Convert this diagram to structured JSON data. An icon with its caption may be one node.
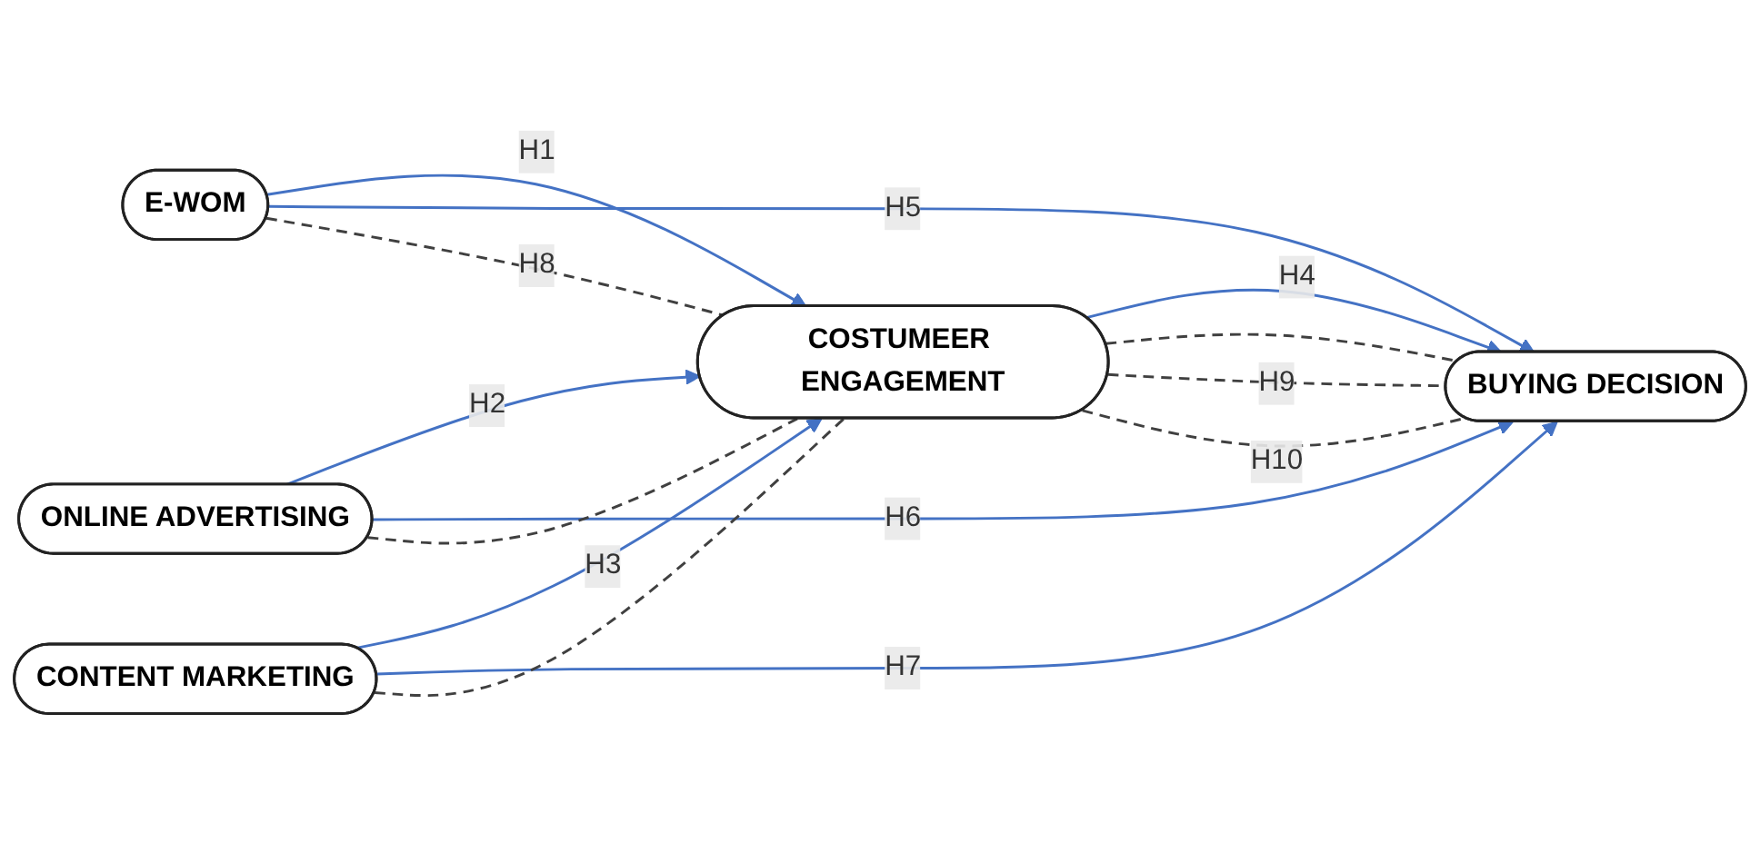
{
  "diagram": {
    "nodes": [
      {
        "text": [
          "E-WOM"
        ]
      },
      {
        "text": [
          "ONLINE ADVERTISING"
        ]
      },
      {
        "text": [
          "CONTENT MARKETING"
        ]
      },
      {
        "text": [
          "COSTUMEER ENGAGEMENT"
        ]
      },
      {
        "text": [
          "BUYING DECISION"
        ]
      }
    ],
    "edges": [
      {
        "from": 0,
        "to": 3,
        "arrow": "to",
        "label": "H1"
      },
      {
        "from": 1,
        "to": 3,
        "arrow": "to",
        "label": "H2"
      },
      {
        "from": 2,
        "to": 3,
        "arrow": "to",
        "label": "H3"
      },
      {
        "from": 3,
        "to": 4,
        "arrow": "to",
        "label": "H4"
      },
      {
        "from": 0,
        "to": 4,
        "arrow": "to",
        "label": "H5"
      },
      {
        "from": 1,
        "to": 4,
        "arrow": "to",
        "label": "H6"
      },
      {
        "from": 2,
        "to": 4,
        "arrow": "to",
        "label": "H7"
      },
      {
        "from": 0,
        "to": 3,
        "arrow": "none",
        "label": "H8",
        "style": "dashed",
        "color": "#404040"
      },
      {
        "from": 1,
        "to": 3,
        "arrow": "none",
        "style": "dashed",
        "color": "#404040"
      },
      {
        "from": 2,
        "to": 3,
        "arrow": "none",
        "style": "dashed",
        "color": "#404040"
      },
      {
        "from": 3,
        "to": 4,
        "arrow": "none",
        "style": "dashed",
        "color": "#404040"
      },
      {
        "from": 3,
        "to": 4,
        "arrow": "none",
        "label": "H9",
        "style": "dashed",
        "color": "#404040"
      },
      {
        "from": 3,
        "to": 4,
        "arrow": "none",
        "label": "H10",
        "style": "dashed",
        "color": "#404040"
      }
    ]
  }
}
